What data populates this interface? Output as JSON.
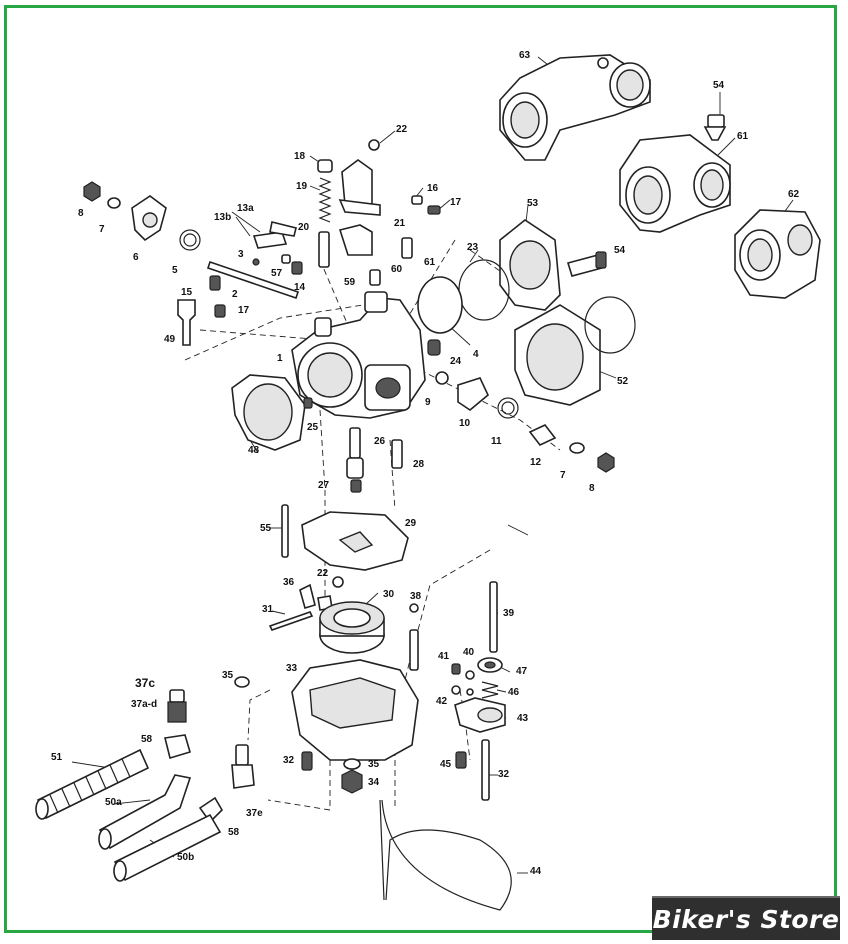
{
  "diagram": {
    "labels": [
      "63",
      "54",
      "61",
      "62",
      "22",
      "18",
      "19",
      "16",
      "17",
      "8",
      "7",
      "6",
      "13a",
      "13b",
      "5",
      "3",
      "2",
      "57",
      "20",
      "21",
      "60",
      "61",
      "59",
      "14",
      "15",
      "17",
      "49",
      "1",
      "53",
      "23",
      "54",
      "4",
      "24",
      "52",
      "9",
      "10",
      "11",
      "12",
      "7",
      "8",
      "48",
      "25",
      "26",
      "28",
      "27",
      "55",
      "29",
      "36",
      "22",
      "30",
      "31",
      "38",
      "39",
      "35",
      "33",
      "41",
      "40",
      "47",
      "37c",
      "37a-d",
      "46",
      "42",
      "43",
      "58",
      "32",
      "35",
      "45",
      "32",
      "51",
      "34",
      "50a",
      "37e",
      "58",
      "50b",
      "44"
    ]
  },
  "watermark": {
    "text": "Biker's Store"
  },
  "colors": {
    "border": "#27a844",
    "watermark_bg": "#2f2f2f",
    "ink": "#222222"
  }
}
